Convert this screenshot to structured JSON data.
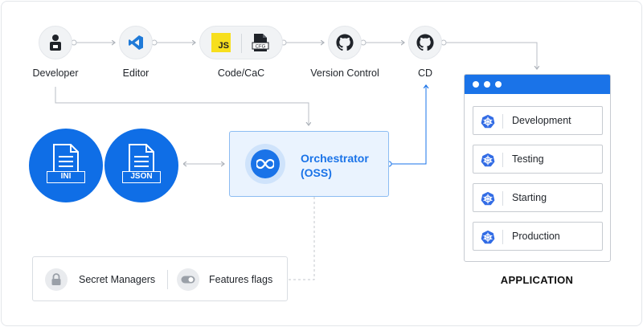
{
  "pipeline": {
    "developer_label": "Developer",
    "editor_label": "Editor",
    "code_label": "Code/CaC",
    "code_js_badge": "JS",
    "code_cfg_badge": "CFG",
    "vcs_label": "Version Control",
    "cd_label": "CD"
  },
  "configs": {
    "ini_label": "INI",
    "json_label": "JSON"
  },
  "orchestrator": {
    "title": "Orchestrator",
    "subtitle": "(OSS)"
  },
  "secrets": {
    "secret_managers_label": "Secret Managers",
    "feature_flags_label": "Features flags"
  },
  "application": {
    "title": "APPLICATION",
    "environments": [
      "Development",
      "Testing",
      "Starting",
      "Production"
    ]
  },
  "colors": {
    "accent": "#1a73e8",
    "doc_blue": "#0f6ee6",
    "connector": "#b9bec5",
    "orch_bg": "#eaf3fe",
    "js_yellow": "#f7df1e"
  }
}
